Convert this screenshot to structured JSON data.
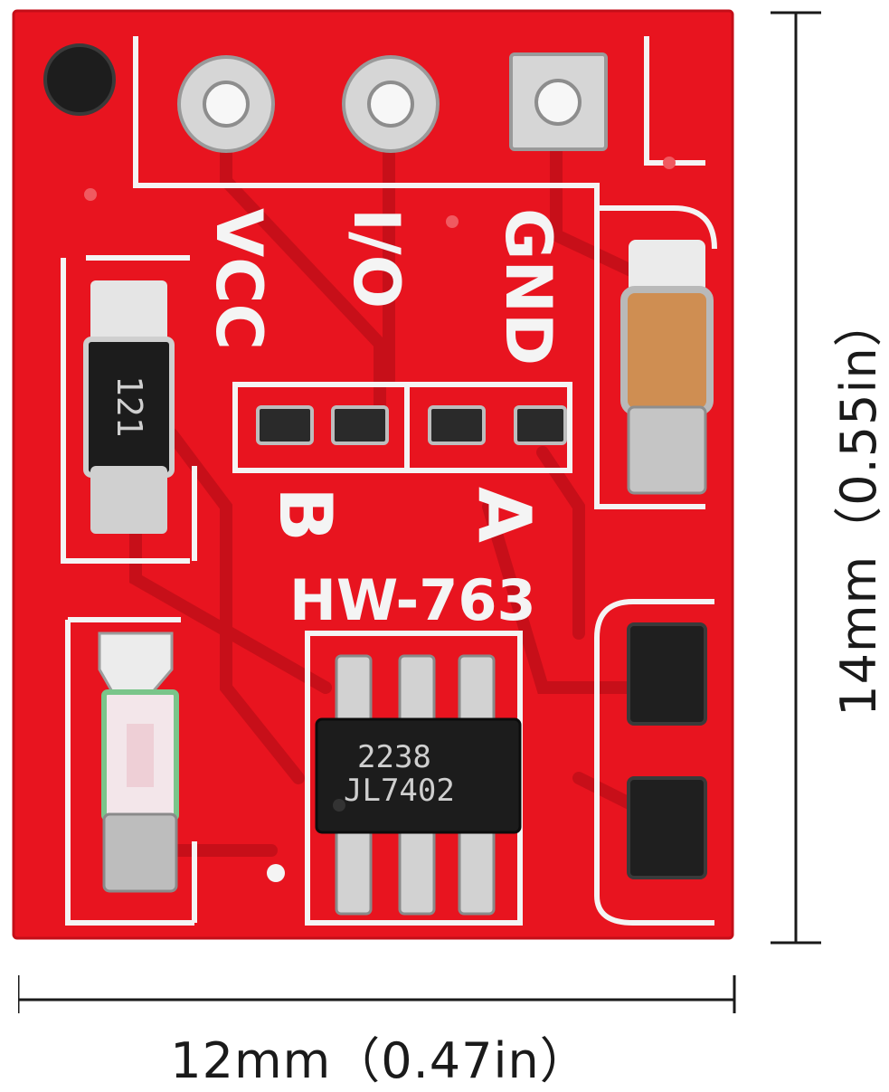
{
  "board": {
    "colors": {
      "pcb": "#e8141f",
      "silkscreen": "#f4f4f4",
      "metal": "#d8d8d8",
      "chip": "#1c1c1c"
    },
    "pin_labels": [
      "VCC",
      "I/O",
      "GND"
    ],
    "jumper_labels": [
      "B",
      "A"
    ],
    "model": "HW-763",
    "resistor_marking": "121",
    "chip_marking_line1": "2238",
    "chip_marking_line2": "JL7402"
  },
  "dimensions": {
    "width_label": "12mm（0.47in）",
    "height_label": "14mm（0.55in）"
  }
}
